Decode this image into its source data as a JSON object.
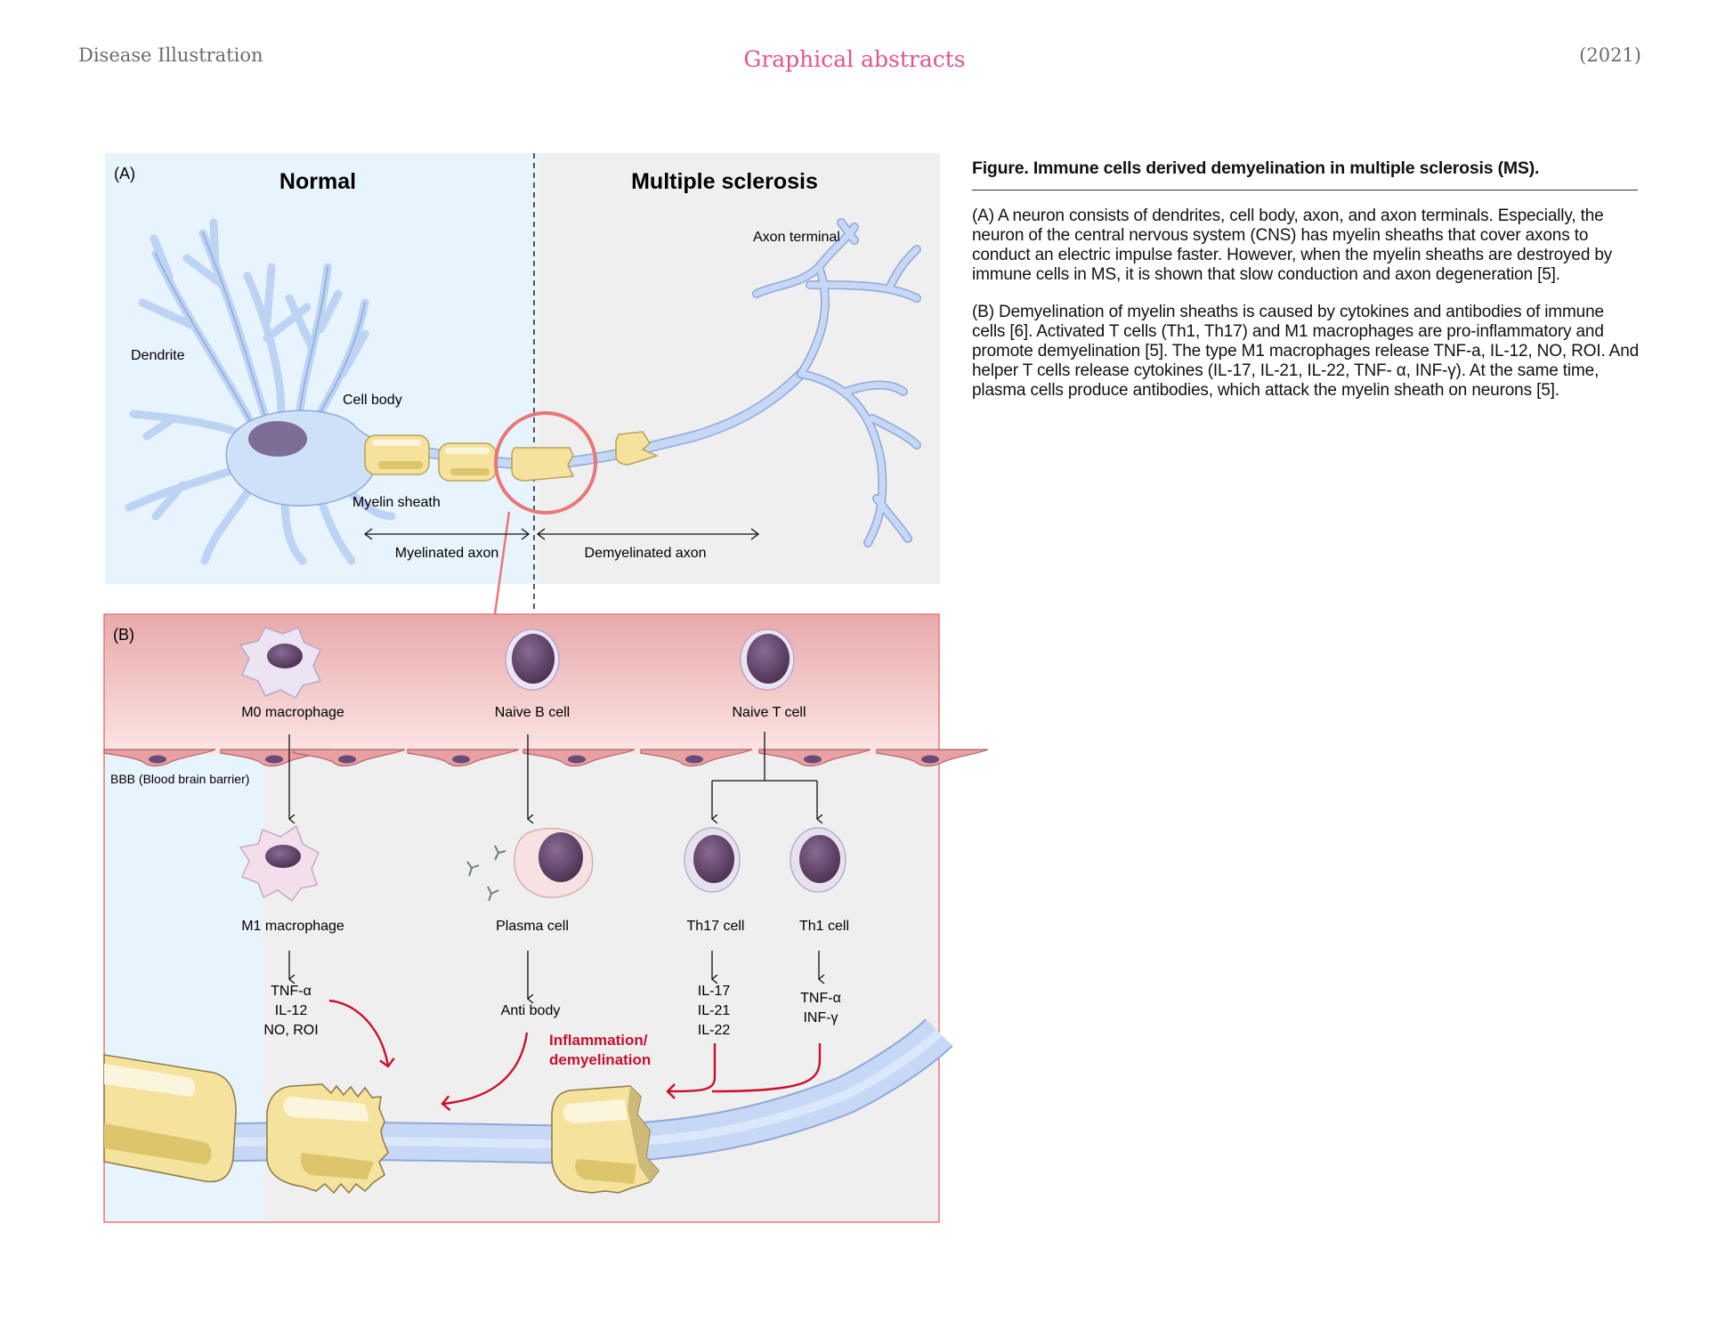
{
  "header": {
    "left": "Disease Illustration",
    "center": "Graphical abstracts",
    "right": "(2021)"
  },
  "caption": {
    "title": "Figure. Immune cells derived demyelination in multiple sclerosis (MS).",
    "paragraph_a": "(A) A neuron consists of dendrites, cell body, axon, and axon terminals. Especially, the neuron of the central nervous system (CNS) has myelin sheaths that cover axons to conduct an electric impulse faster. However, when the myelin sheaths are destroyed by immune cells in MS, it is shown that slow conduction and axon degeneration [5].",
    "paragraph_b": "(B) Demyelination of myelin sheaths is caused by cytokines and antibodies of immune cells [6]. Activated T cells (Th1, Th17) and M1 macrophages are pro-inflammatory and promote demyelination [5]. The type M1 macrophages release TNF-a, IL-12, NO, ROI. And helper T cells release cytokines (IL-17, IL-21, IL-22, TNF- α, INF-γ). At the same time, plasma cells produce antibodies, which attack the myelin sheath on neurons [5]."
  },
  "panel_a": {
    "label": "(A)",
    "title_normal": "Normal",
    "title_ms": "Multiple sclerosis",
    "dendrite": "Dendrite",
    "cell_body": "Cell body",
    "myelin_sheath": "Myelin sheath",
    "axon_terminal": "Axon terminal",
    "myelinated_axon": "Myelinated axon",
    "demyelinated_axon": "Demyelinated axon"
  },
  "panel_b": {
    "label": "(B)",
    "bbb": "BBB (Blood brain barrier)",
    "m0": "M0 macrophage",
    "naive_b": "Naive B cell",
    "naive_t": "Naive T cell",
    "m1": "M1 macrophage",
    "plasma": "Plasma cell",
    "th17": "Th17 cell",
    "th1": "Th1 cell",
    "m1_cytokines": [
      "TNF-α",
      "IL-12",
      "NO, ROI"
    ],
    "antibody": "Anti body",
    "th17_cytokines": [
      "IL-17",
      "IL-21",
      "IL-22"
    ],
    "th1_cytokines": [
      "TNF-α",
      "INF-γ"
    ],
    "effect": [
      "Inflammation/",
      "demyelination"
    ]
  },
  "colors": {
    "accent_pink": "#e6528f",
    "effect_red": "#c8102e",
    "normal_bg": "#e8f4fd",
    "ms_bg": "#efefef",
    "neuron_blue": "#bcd3f3",
    "myelin_yellow": "#f5e29c",
    "zoom_circle": "#e87878"
  }
}
